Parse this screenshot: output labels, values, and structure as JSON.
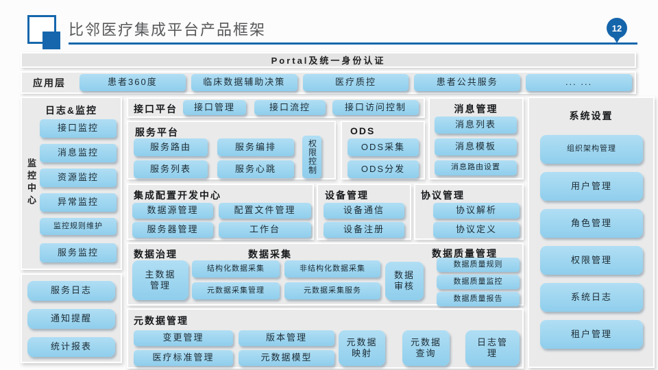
{
  "slide": {
    "page_number": "12",
    "title": "比邻医疗集成平台产品框架"
  },
  "portal_bar": {
    "label": "Portal及统一身份认证"
  },
  "app_layer": {
    "label": "应用层",
    "items": [
      "患者360度",
      "临床数据辅助决策",
      "医疗质控",
      "患者公共服务",
      "... ..."
    ]
  },
  "log_monitor": {
    "title": "日志&监控",
    "side_label": "监控中心",
    "items": [
      "接口监控",
      "消息监控",
      "资源监控",
      "异常监控",
      "监控规则维护",
      "服务监控"
    ]
  },
  "log_tools": {
    "items": [
      "服务日志",
      "通知提醒",
      "统计报表"
    ]
  },
  "interface_platform": {
    "title": "接口平台",
    "items": [
      "接口管理",
      "接口流控",
      "接口访问控制"
    ]
  },
  "service_platform": {
    "title": "服务平台",
    "items": [
      "服务路由",
      "服务编排",
      "服务列表",
      "服务心跳"
    ],
    "side_box": "权限控制"
  },
  "ods": {
    "title": "ODS",
    "items": [
      "ODS采集",
      "ODS分发"
    ]
  },
  "message_mgmt": {
    "title": "消息管理",
    "items": [
      "消息列表",
      "消息模板",
      "消息路由设置"
    ]
  },
  "system_settings": {
    "title": "系统设置",
    "items": [
      "组织架构管理",
      "用户管理",
      "角色管理",
      "权限管理",
      "系统日志",
      "租户管理"
    ]
  },
  "integration_center": {
    "title": "集成配置开发中心",
    "items": [
      "数据源管理",
      "配置文件管理",
      "服务器管理",
      "工作台"
    ]
  },
  "device_mgmt": {
    "title": "设备管理",
    "items": [
      "设备通信",
      "设备注册"
    ]
  },
  "protocol_mgmt": {
    "title": "协议管理",
    "items": [
      "协议解析",
      "协议定义"
    ]
  },
  "data_governance": {
    "title": "数据治理",
    "master_box": "主数据\n管理"
  },
  "data_collection": {
    "title": "数据采集",
    "items": [
      "结构化数据采集",
      "非结构化数据采集",
      "元数据采集管理",
      "元数据采集服务"
    ],
    "audit_box": "数据\n审核"
  },
  "data_quality": {
    "title": "数据质量管理",
    "items": [
      "数据质量规则",
      "数据质量监控",
      "数据质量报告"
    ]
  },
  "metadata_mgmt": {
    "title": "元数据管理",
    "grid_items": [
      "变更管理",
      "版本管理",
      "医疗标准管理",
      "元数据模型"
    ],
    "tall_items": [
      "元数据\n映射",
      "元数据\n查询",
      "日志管\n理"
    ]
  },
  "colors": {
    "accent_blue": "#1566ac",
    "box_blue": "#9bd3ee",
    "panel_gray": "#eaeaea",
    "title_text": "#57585a"
  }
}
